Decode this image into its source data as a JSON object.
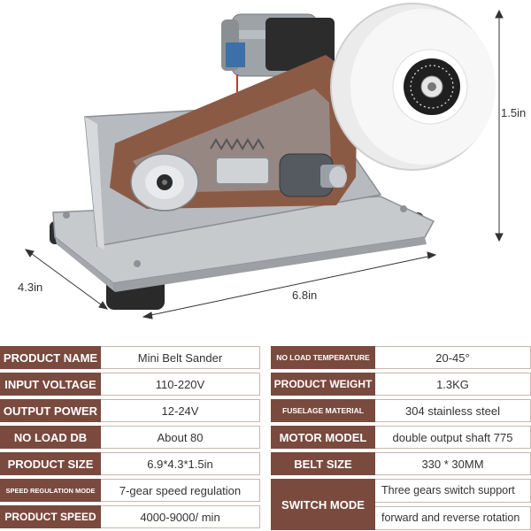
{
  "dimensions": {
    "height": "1.5in",
    "depth": "4.3in",
    "width": "6.8in"
  },
  "specs_left": [
    {
      "key": "PRODUCT NAME",
      "value": "Mini Belt Sander"
    },
    {
      "key": "INPUT VOLTAGE",
      "value": "110-220V"
    },
    {
      "key": "OUTPUT POWER",
      "value": "12-24V"
    },
    {
      "key": "NO LOAD DB",
      "value": "About 80"
    },
    {
      "key": "PRODUCT SIZE",
      "value": "6.9*4.3*1.5in"
    },
    {
      "key": "SPEED REGULATION MODE",
      "value": "7-gear speed regulation"
    },
    {
      "key": "PRODUCT SPEED",
      "value": "4000-9000/ min"
    }
  ],
  "specs_right": [
    {
      "key": "NO LOAD TEMPERATURE",
      "value": "20-45°"
    },
    {
      "key": "PRODUCT WEIGHT",
      "value": "1.3KG"
    },
    {
      "key": "FUSELAGE MATERIAL",
      "value": "304 stainless steel"
    },
    {
      "key": "MOTOR MODEL",
      "value": "double output shaft 775"
    },
    {
      "key": "BELT SIZE",
      "value": "330 * 30MM"
    },
    {
      "key": "SWITCH MODE",
      "value_line1": "Three gears switch support",
      "value_line2": "forward and reverse rotation"
    }
  ],
  "colors": {
    "label_bg": "#7a4a3f",
    "label_text": "#ffffff",
    "value_border": "#c9b6ae",
    "belt": "#8b5a45",
    "steel": "#c8cbcf",
    "wheel": "#f4f4f4"
  }
}
